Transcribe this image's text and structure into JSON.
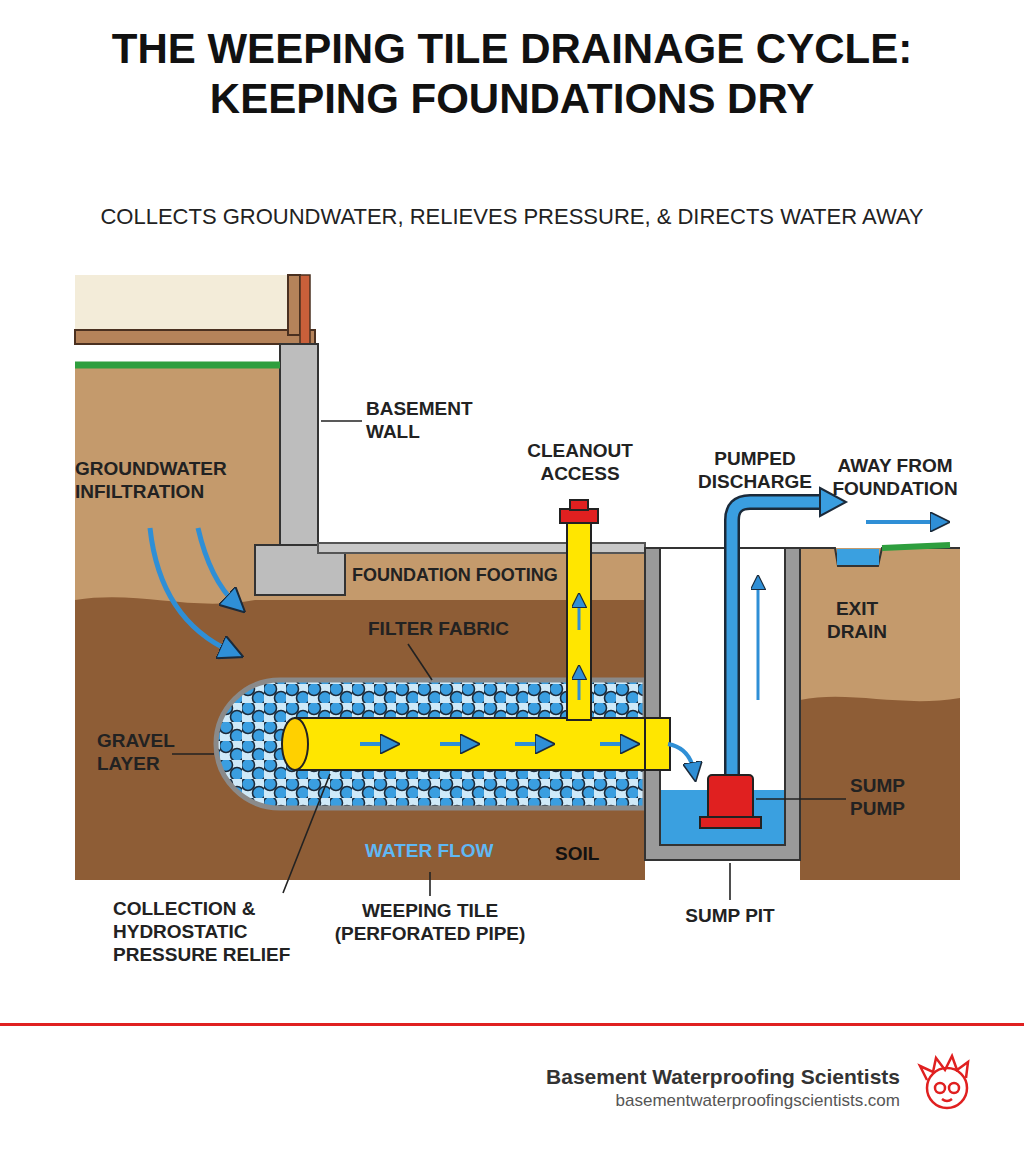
{
  "diagram": {
    "title": "THE WEEPING TILE DRAINAGE CYCLE: KEEPING FOUNDATIONS DRY",
    "labels": [
      "COLLECTS GROUNDWATER, RELIEVES PRESSURE, & DIRECTS WATER AWAY",
      "BASEMENT WALL",
      "GROUNDWATER INFILTRATION",
      "CLEANOUT ACCESS",
      "PUMPED DISCHARGE",
      "AWAY FROM FOUNDATION",
      "FOUNDATION FOOTING",
      "FILTER FABRIC",
      "EXIT DRAIN",
      "GRAVEL LAYER",
      "SUMP PUMP",
      "WATER FLOW",
      "SOIL",
      "COLLECTION & HYDROSTATIC PRESSURE RELIEF",
      "WEEPING TILE (PERFORATED PIPE)",
      "SUMP PIT",
      "Basement Waterproofing Scientists",
      "basementwaterproofingscientists.com"
    ]
  }
}
